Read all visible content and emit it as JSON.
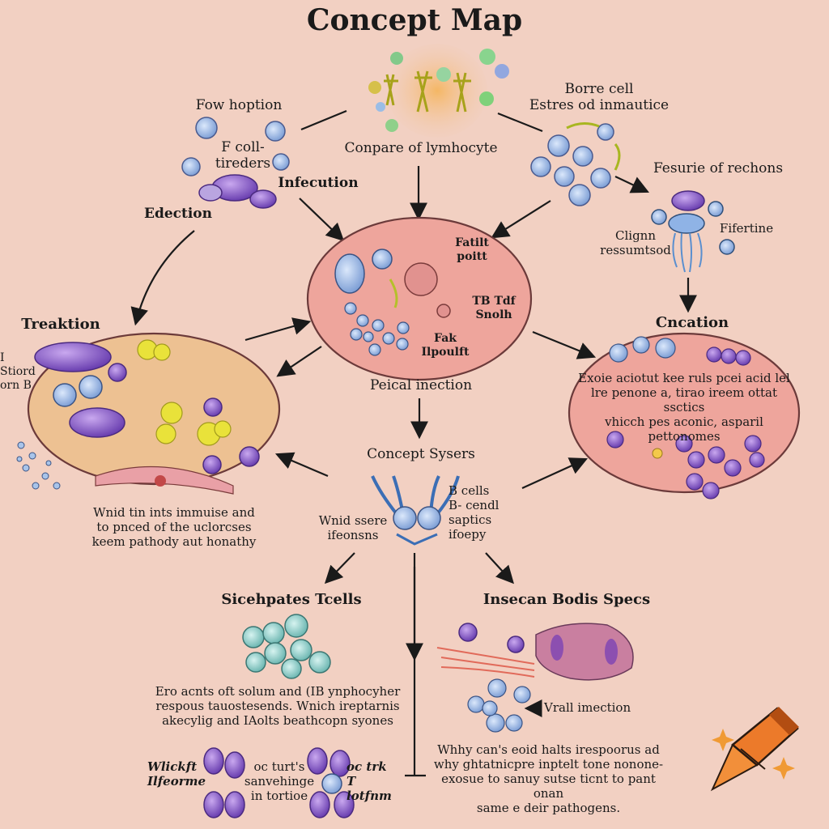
{
  "title": "Concept Map",
  "nodes": {
    "top_center": "Conpare of lymhocyte",
    "top_left_a": "Fow hoption",
    "top_left_b": "F coll-\ntireders",
    "top_left_c": "Infecution",
    "top_left_d": "Edection",
    "top_right_a": "Borre cell\nEstres od inmautice",
    "top_right_b": "Fesurie of rechons",
    "top_right_c": "Clignn\nressumtsod",
    "top_right_d": "Fifertine",
    "center_top": "Fatilt\npoitt",
    "center_mid": "TB Tdf\nSnolh",
    "center_low": "Fak\nIlpoulft",
    "center_caption": "Peical inection",
    "left_head": "Treaktion",
    "left_side": "I\nStiord\norn B",
    "left_caption": "Wnid tin ints immuise and\nto pnced of the uclorcses\nkeem pathody aut honathy",
    "right_head": "Cncation",
    "right_text": "Exoie aciotut kee ruls pcei acid lel\nlre penone a, tirao ireem ottat ssctics\nvhicch pes aconic, asparil pettonomes",
    "bcell_head": "Concept Sysers",
    "bcell_left": "Wnid ssere\nifeonsns",
    "bcell_right": "B cells\nB- cendl\nsaptics\nifoepy",
    "lower_left_head": "Sicehpates Tcells",
    "lower_left_text": "Ero acnts oft solum and (IB ynphocyher\nrespous tauostesends. Wnich ireptarnis\nakecylig and IAolts beathcopn syones",
    "lower_bl_a": "Wlickft\nIlfeorme",
    "lower_bl_b": "oc turt's\nsanvehinge\nin tortioe",
    "lower_bl_c": "oc trk\nT lotfnm",
    "lower_right_head": "Insecan Bodis Specs",
    "lower_right_label": "Vrall imection",
    "lower_right_text": "Whhy can's eoid halts irespoorus ad\nwhy ghtatnicpre inptelt tone nonone-\nexosue to sanuy sutse ticnt to pant onan\nsame e deir pathogens."
  },
  "colors": {
    "background": "#f2d0c2",
    "oval_fill": "#eea59c",
    "oval_stroke": "#6b3a3a",
    "left_oval_fill": "#edc192",
    "cell_blue": "#a9c3e8",
    "cell_teal": "#93d1cd",
    "cell_purple": "#8c66cc",
    "crayon_orange": "#ec7a2a"
  },
  "icons": [
    "crayon-icon",
    "sparkle-icon"
  ]
}
